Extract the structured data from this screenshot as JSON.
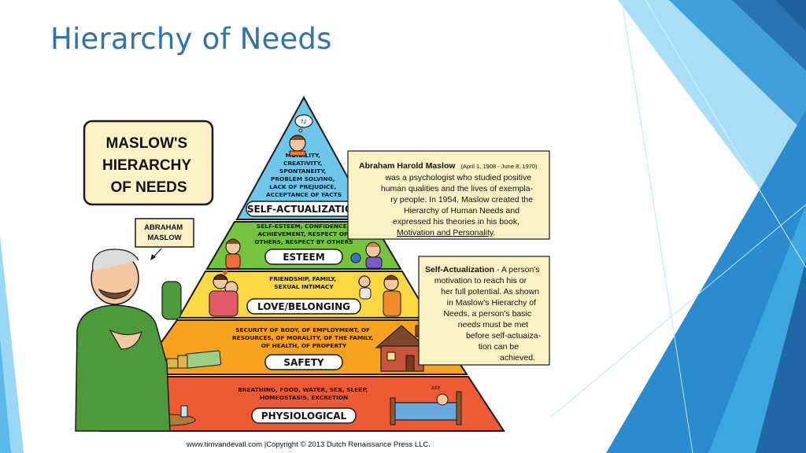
{
  "slide": {
    "title": "Hierarchy of Needs"
  },
  "colors": {
    "title": "#2e74a8",
    "self_actualization": "#6ec6ea",
    "esteem": "#74c43d",
    "love": "#fbd743",
    "safety": "#f6a21e",
    "physiological": "#ee5a33",
    "info_box": "#fdf1c6",
    "deco_blue": "#2a8ccf"
  },
  "illustration": {
    "sign_title": [
      "MASLOW'S",
      "HIERARCHY",
      "OF NEEDS"
    ],
    "person_label": [
      "ABRAHAM",
      "MASLOW"
    ],
    "levels": [
      {
        "label": "SELF-ACTUALIZATION",
        "desc": [
          "MORALITY,",
          "CREATIVITY,",
          "SPONTANEITY,",
          "PROBLEM SOLVING,",
          "LACK OF PREJUDICE,",
          "ACCEPTANCE OF FACTS"
        ]
      },
      {
        "label": "ESTEEM",
        "desc": [
          "SELF-ESTEEM, CONFIDENCE,",
          "ACHIEVEMENT, RESPECT OF",
          "OTHERS, RESPECT BY OTHERS"
        ]
      },
      {
        "label": "LOVE/BELONGING",
        "desc": [
          "FRIENDSHIP, FAMILY,",
          "SEXUAL INTIMACY"
        ]
      },
      {
        "label": "SAFETY",
        "desc": [
          "SECURITY OF BODY, OF EMPLOYMENT, OF",
          "RESOURCES, OF MORALITY, OF THE FAMILY,",
          "OF HEALTH, OF PROPERTY"
        ]
      },
      {
        "label": "PHYSIOLOGICAL",
        "desc": [
          "BREATHING, FOOD, WATER, SEX, SLEEP,",
          "HOMEOSTASIS, EXCRETION"
        ]
      }
    ],
    "bio_box": {
      "name": "Abraham Harold Maslow",
      "dates": "(April 1, 1908 - June 8, 1970)",
      "lines": [
        "was a psychologist who studied positive",
        "human qualities and the lives of exempla-",
        "ry people. In 1954, Maslow created the",
        "Hierarchy of Human Needs and",
        "expressed his theories in his book,"
      ],
      "book": "Motivation and Personality",
      "book_end": "."
    },
    "def_box": {
      "term": "Self-Actualization",
      "first": " - A person's",
      "lines": [
        "motivation to reach his or",
        "her full potential. As shown",
        "in Maslow's Hierarchy of",
        "Needs, a person's basic",
        "needs must be met",
        "before self-actuaiza-",
        "tion can be",
        "achieved."
      ]
    },
    "credit": "www.timvandevall.com |Copyright © 2013 Dutch Renaissance Press LLC.",
    "icons": [
      "thought-bubble-icon",
      "house-icon",
      "money-icon",
      "bed-icon",
      "food-icon"
    ]
  }
}
